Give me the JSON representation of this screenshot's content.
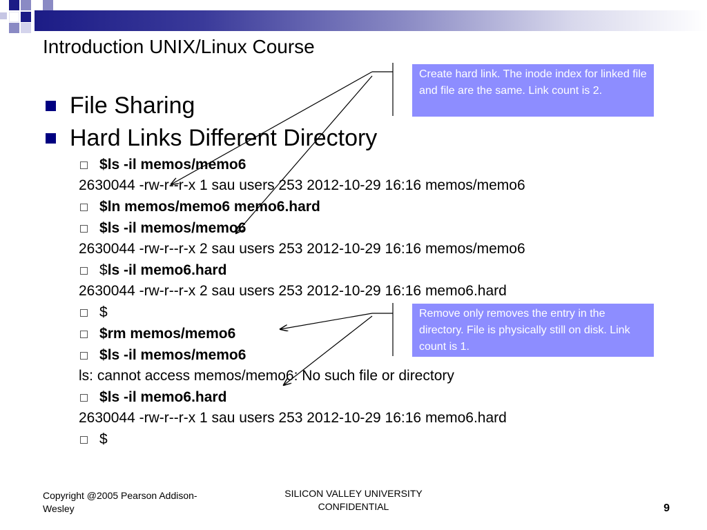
{
  "slide": {
    "title": "Introduction UNIX/Linux Course",
    "bullets": [
      {
        "text": "File Sharing"
      },
      {
        "text": "Hard Links Different Directory"
      }
    ],
    "lines": [
      {
        "prefix": "$ ",
        "text": "ls -il memos/memo6"
      },
      {
        "text": "2630044 -rw-r--r-x 1 sau users 253 2012-10-29 16:16 memos/memo6"
      },
      {
        "prefix": "$ ",
        "text": "ln memos/memo6 memo6.hard"
      },
      {
        "prefix": "$ ",
        "text": "ls -il memos/memo6"
      },
      {
        "text": "2630044 -rw-r--r-x 2 sau users 253 2012-10-29 16:16 memos/memo6"
      },
      {
        "prefix": "$ ",
        "text": "ls -il memo6.hard"
      },
      {
        "text": "2630044 -rw-r--r-x 2 sau users 253 2012-10-29 16:16 memo6.hard"
      },
      {
        "prefix": "$"
      },
      {
        "prefix": "$ ",
        "text": "rm memos/memo6"
      },
      {
        "prefix": "$ ",
        "text": "ls -il memos/memo6"
      },
      {
        "text": "ls: cannot access memos/memo6: No such file or directory"
      },
      {
        "prefix": "$ ",
        "text": "ls -il memo6.hard"
      },
      {
        "text": "2630044 -rw-r--r-x 1 sau users 253 2012-10-29 16:16 memo6.hard"
      },
      {
        "prefix": "$"
      }
    ],
    "callouts": [
      {
        "text": "Create hard link. The inode index for linked file and file are the same. Link count is 2."
      },
      {
        "text": "Remove only removes the entry in the directory. File is physically still on disk. Link count is 1."
      }
    ],
    "footer": {
      "copyright": "Copyright @2005 Pearson Addison-Wesley",
      "center_line1": "SILICON VALLEY UNIVERSITY",
      "center_line2": "CONFIDENTIAL",
      "page_number": "9"
    }
  },
  "colors": {
    "bullet": "#000080",
    "callout_bg": "#8d8dff",
    "bar_start": "#1c1c86"
  }
}
